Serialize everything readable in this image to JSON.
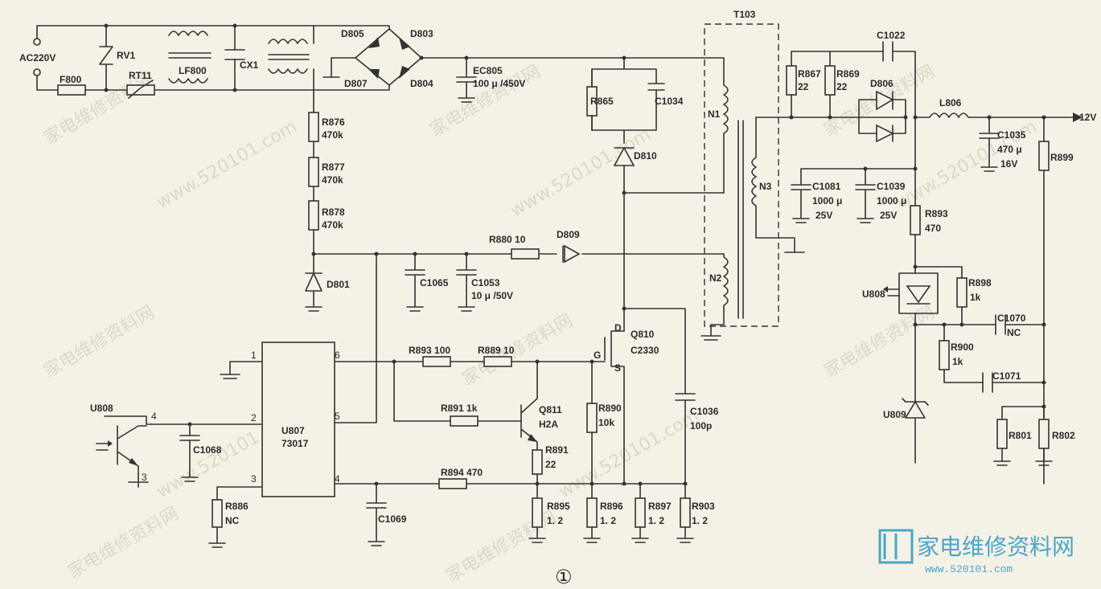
{
  "transformer": {
    "name": "T103",
    "n1": "N1",
    "n2": "N2",
    "n3": "N3"
  },
  "input": {
    "ac": "AC220V",
    "fuse": "F800",
    "varistor": "RV1",
    "thermistor": "RT11",
    "filter1": "LF800",
    "cap": "CX1"
  },
  "bridge": {
    "d1": "D805",
    "d2": "D803",
    "d3": "D807",
    "d4": "D804"
  },
  "bulk": {
    "name": "EC805",
    "value": "100 μ /450V"
  },
  "start_resistors": [
    {
      "name": "R876",
      "value": "470k"
    },
    {
      "name": "R877",
      "value": "470k"
    },
    {
      "name": "R878",
      "value": "470k"
    }
  ],
  "snubber": {
    "r": "R865",
    "c": "C1034",
    "d": "D810"
  },
  "aux": {
    "d801": "D801",
    "c1065": "C1065",
    "c1053": "C1053",
    "c1053_val": "10 μ /50V",
    "r880": "R880  10",
    "d809": "D809"
  },
  "ic": {
    "name": "U807",
    "part": "73017",
    "p1": "1",
    "p2": "2",
    "p3": "3",
    "p4": "4",
    "p5": "5",
    "p6": "6"
  },
  "opto": {
    "name": "U808",
    "p4": "4",
    "p3": "3",
    "c1068": "C1068",
    "r886": "R886",
    "r886_val": "NC",
    "c1069": "C1069"
  },
  "gate": {
    "r893": "R893  100",
    "r889": "R889  10",
    "r891a": "R891  1k",
    "q811": "Q811",
    "q811_part": "H2A",
    "r891b": "R891",
    "r891b_val": "22",
    "g": "G"
  },
  "mosfet": {
    "name": "Q810",
    "part": "C2330",
    "d": "D",
    "s": "S",
    "r890": "R890",
    "r890_val": "10k",
    "c1036": "C1036",
    "c1036_val": "100p"
  },
  "sense": {
    "r894": "R894  470",
    "r895": "R895",
    "r896": "R896",
    "r897": "R897",
    "r903": "R903",
    "val": "1. 2"
  },
  "secondary": {
    "c1022": "C1022",
    "r867": "R867",
    "r869": "R869",
    "r_val": "22",
    "d806": "D806",
    "l806": "L806",
    "out": "12V",
    "c1035": "C1035",
    "c1035_val1": "470 μ",
    "c1035_val2": "16V",
    "r899": "R899",
    "c1081": "C1081",
    "c1039": "C1039",
    "cap_val1": "1000 μ",
    "cap_val2": "25V",
    "r893": "R893",
    "r893_val": "470",
    "u808": "U808",
    "r898": "R898",
    "r898_val": "1k",
    "c1070": "C1070",
    "c1070_val": "NC",
    "r900": "R900",
    "r900_val": "1k",
    "c1071": "C1071",
    "u809": "U809",
    "r801": "R801",
    "r802": "R802"
  },
  "figure_mark": "①",
  "watermark": {
    "cn": "家电维修资料网",
    "url": "www.520101.com",
    "logo_cn": "家电维修资料网",
    "logo_url": "www.520101.com"
  }
}
